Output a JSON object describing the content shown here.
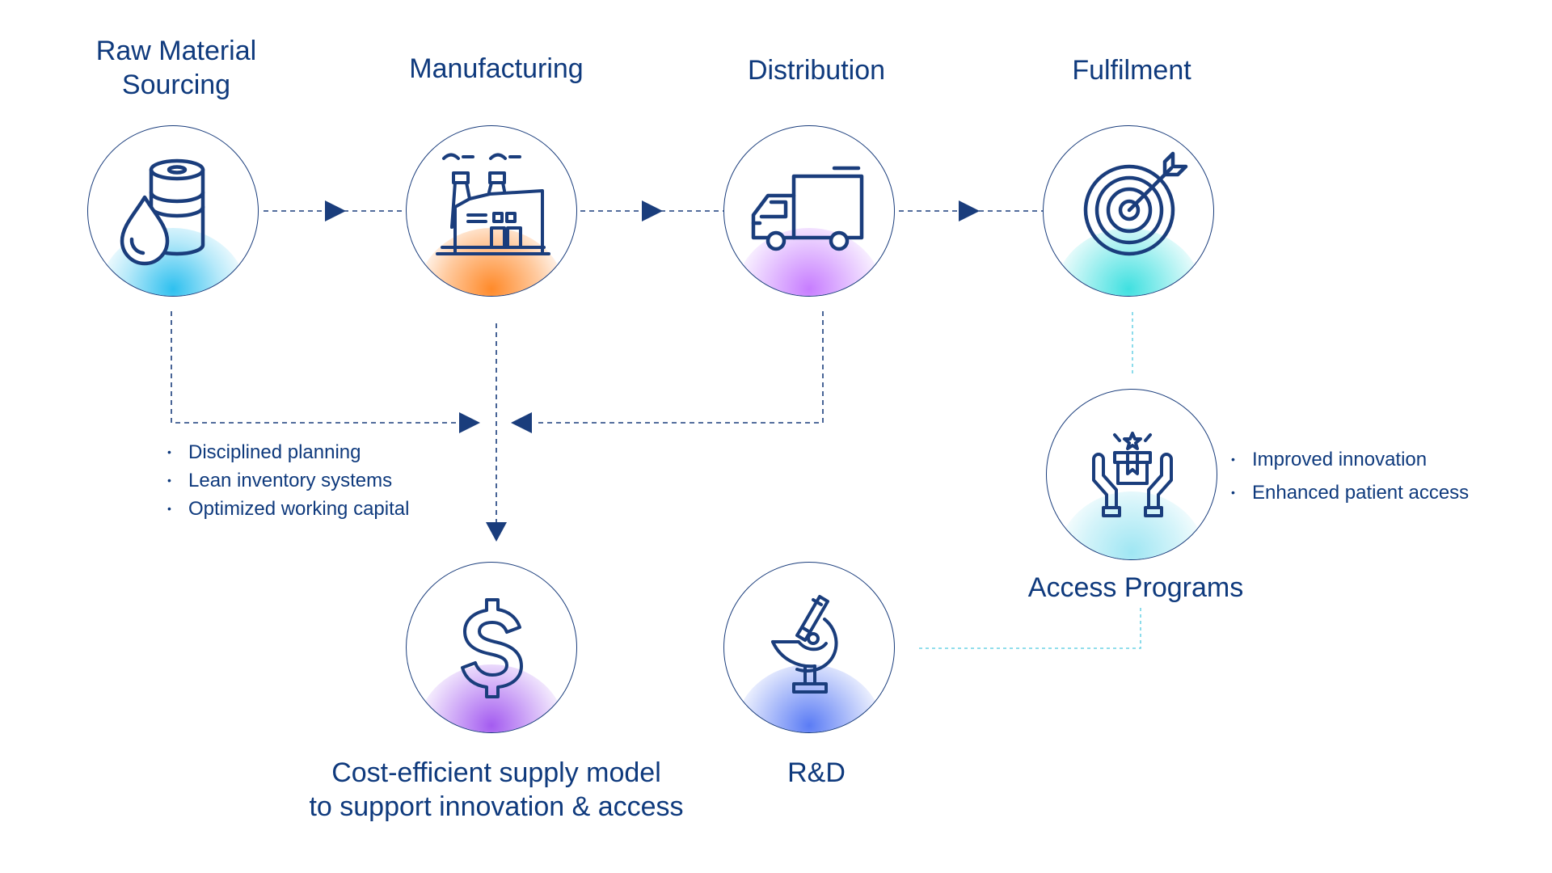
{
  "colors": {
    "primary": "#0f3a7d",
    "stroke": "#1a3d7c",
    "glow_sourcing": "#2ec0ef",
    "glow_manufacturing": "#ff8a2a",
    "glow_distribution": "#c77dff",
    "glow_fulfilment": "#3fe0e0",
    "glow_access": "#9fe6f3",
    "glow_cost": "#a45cf0",
    "glow_rd": "#5b7cf5",
    "connector_dark": "#1a3d7c",
    "connector_light": "#6fd3e6"
  },
  "nodes": {
    "sourcing": {
      "label_line1": "Raw Material",
      "label_line2": "Sourcing",
      "icon": "oil-barrel-drop-icon"
    },
    "manufacturing": {
      "label": "Manufacturing",
      "icon": "factory-icon"
    },
    "distribution": {
      "label": "Distribution",
      "icon": "delivery-truck-icon"
    },
    "fulfilment": {
      "label": "Fulfilment",
      "icon": "target-arrow-icon"
    },
    "access": {
      "label": "Access Programs",
      "icon": "gift-in-hands-icon"
    },
    "cost": {
      "label_line1": "Cost-efficient supply model",
      "label_line2": "to support innovation & access",
      "icon": "dollar-sign-icon"
    },
    "rd": {
      "label": "R&D",
      "icon": "microscope-icon"
    }
  },
  "bullets_left": [
    "Disciplined planning",
    "Lean inventory systems",
    "Optimized working capital"
  ],
  "bullets_right": [
    "Improved innovation",
    "Enhanced patient access"
  ]
}
